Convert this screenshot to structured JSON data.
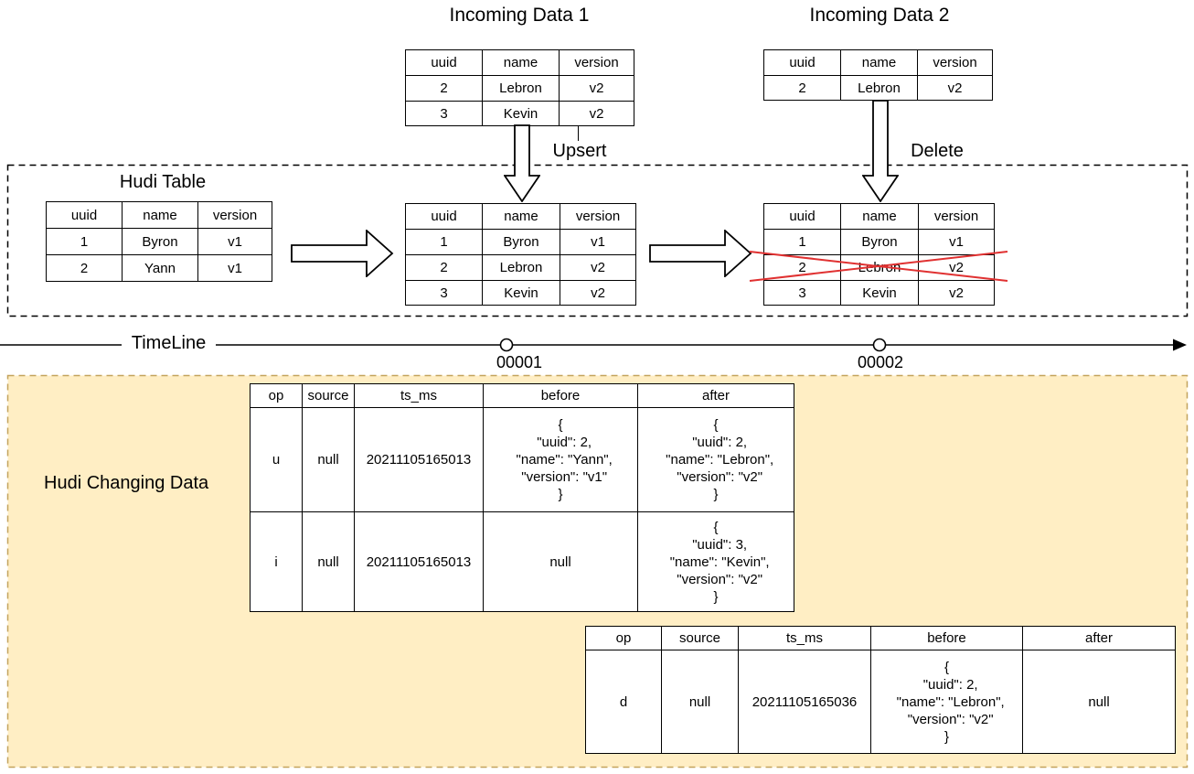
{
  "titles": {
    "incoming1": "Incoming Data 1",
    "incoming2": "Incoming Data 2",
    "hudi_table": "Hudi Table",
    "timeline": "TimeLine",
    "changing_data": "Hudi Changing Data"
  },
  "flow_labels": {
    "upsert": "Upsert",
    "delete": "Delete"
  },
  "timeline": {
    "commits": [
      "00001",
      "00002"
    ]
  },
  "colors": {
    "updated_fill": "#f8cecc",
    "updated_border": "#b85450",
    "inserted_fill": "#dae8fc",
    "inserted_border": "#6c8ebf",
    "box_fill": "#ffeec4",
    "box_border": "#c3a35c",
    "cross_red": "#e03131"
  },
  "record_tables": {
    "columns": [
      "uuid",
      "name",
      "version"
    ],
    "incoming1": {
      "rows": [
        [
          "2",
          "Lebron",
          "v2"
        ],
        [
          "3",
          "Kevin",
          "v2"
        ]
      ]
    },
    "incoming2": {
      "rows": [
        [
          "2",
          "Lebron",
          "v2"
        ]
      ]
    },
    "hudi_initial": {
      "rows": [
        [
          "1",
          "Byron",
          "v1"
        ],
        [
          "2",
          "Yann",
          "v1"
        ]
      ]
    },
    "hudi_after_upsert": {
      "rows": [
        [
          "1",
          "Byron",
          "v1"
        ],
        [
          "2",
          "Lebron",
          "v2"
        ],
        [
          "3",
          "Kevin",
          "v2"
        ]
      ]
    },
    "hudi_after_delete": {
      "rows": [
        [
          "1",
          "Byron",
          "v1"
        ],
        [
          "2",
          "Lebron",
          "v2"
        ],
        [
          "3",
          "Kevin",
          "v2"
        ]
      ]
    }
  },
  "cdc_tables": {
    "columns": [
      "op",
      "source",
      "ts_ms",
      "before",
      "after"
    ],
    "commit1": {
      "rows": [
        {
          "op": "u",
          "source": "null",
          "ts_ms": "20211105165013",
          "before": "{\n  \"uuid\": 2,\n  \"name\": \"Yann\",\n  \"version\": \"v1\"\n}",
          "after": "{\n  \"uuid\": 2,\n  \"name\": \"Lebron\",\n  \"version\": \"v2\"\n}"
        },
        {
          "op": "i",
          "source": "null",
          "ts_ms": "20211105165013",
          "before": "null",
          "after": "{\n  \"uuid\": 3,\n  \"name\": \"Kevin\",\n  \"version\": \"v2\"\n}"
        }
      ]
    },
    "commit2": {
      "rows": [
        {
          "op": "d",
          "source": "null",
          "ts_ms": "20211105165036",
          "before": "{\n  \"uuid\": 2,\n  \"name\": \"Lebron\",\n  \"version\": \"v2\"\n}",
          "after": "null"
        }
      ]
    }
  }
}
